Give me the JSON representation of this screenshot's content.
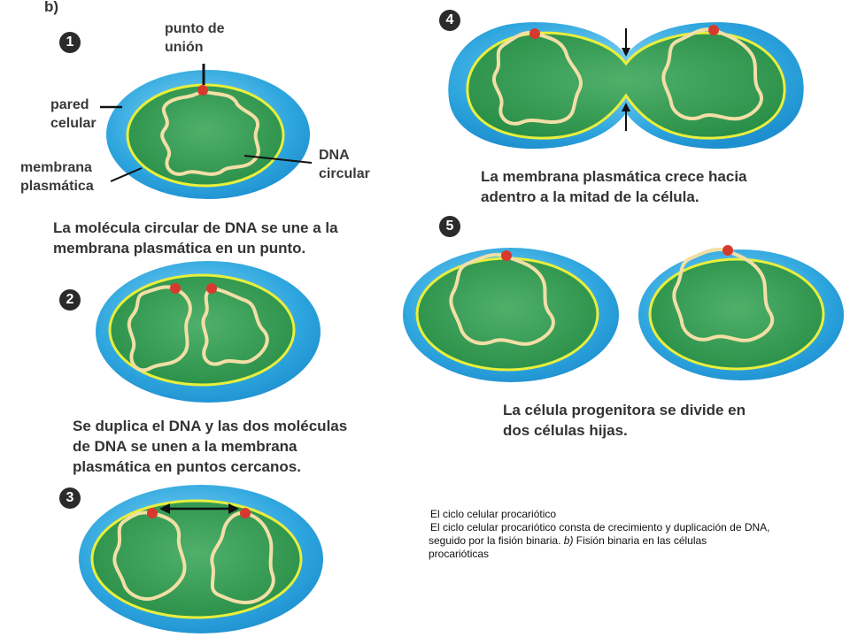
{
  "panel_letter": "b)",
  "steps": [
    {
      "number": "1",
      "caption_lines": [
        "La molécula circular de DNA se une a la",
        "membrana plasmática en un punto."
      ]
    },
    {
      "number": "2",
      "caption_lines": [
        "Se duplica el DNA y las dos moléculas",
        "de DNA se unen a la membrana",
        "plasmática en puntos cercanos."
      ]
    },
    {
      "number": "3",
      "caption_lines": []
    },
    {
      "number": "4",
      "caption_lines": [
        "La membrana plasmática crece hacia",
        "adentro a la mitad de la célula."
      ]
    },
    {
      "number": "5",
      "caption_lines": [
        "La célula progenitora se divide en",
        "dos células hijas."
      ]
    }
  ],
  "labels": {
    "attachment_point": [
      "punto de",
      "unión"
    ],
    "cell_wall": [
      "pared",
      "celular"
    ],
    "plasma_membrane": [
      "membrana",
      "plasmática"
    ],
    "circular_dna": [
      "DNA",
      "circular"
    ]
  },
  "footnote": {
    "line1": "El ciclo celular procariótico",
    "line2": "El ciclo celular procariótico consta de crecimiento y duplicación de DNA,",
    "line3_pre": "seguido por la fisión binaria. ",
    "line3_em": "b)",
    "line3_post": " Fisión binaria en las células",
    "line4": "procarióticas"
  },
  "colors": {
    "cell_wall": "#2aa3dc",
    "cell_wall_light": "#7fd0f0",
    "cytoplasm": "#2f9a4f",
    "membrane": "#e9ef3c",
    "dna": "#f2dfa6",
    "attachment": "#d63a2f"
  }
}
